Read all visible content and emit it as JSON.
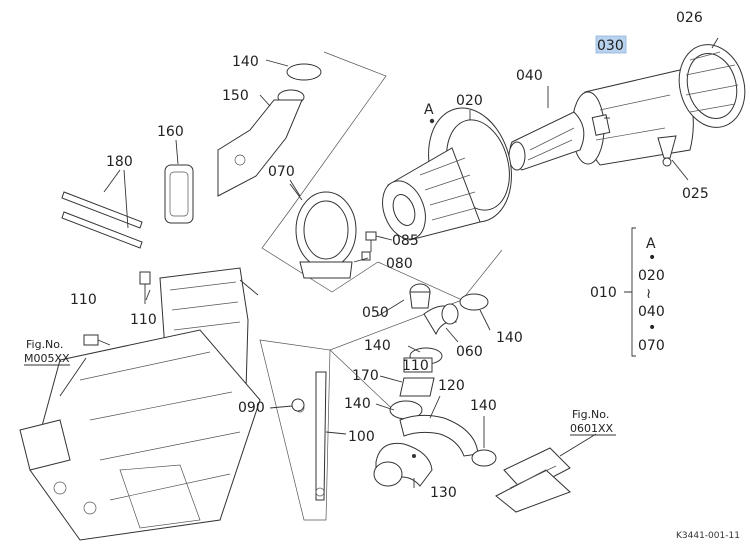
{
  "callouts": {
    "c026": "026",
    "c030": "030",
    "c040": "040",
    "c020": "020",
    "cA": "A",
    "c025": "025",
    "c140_top": "140",
    "c150": "150",
    "c160": "160",
    "c180": "180",
    "c070": "070",
    "c085": "085",
    "c080": "080",
    "c110_left": "110",
    "c110_mid": "110",
    "c110_pipe": "110",
    "c050": "050",
    "c140_mid": "140",
    "c060": "060",
    "c140_pipe": "140",
    "c170": "170",
    "c120": "120",
    "c140_low": "140",
    "c140_right": "140",
    "c090": "090",
    "c100": "100",
    "c130": "130",
    "c010": "010"
  },
  "bracket": {
    "a": "A",
    "dot1": "•",
    "v020": "020",
    "tilde": "≀",
    "v040": "040",
    "dot2": "•",
    "v070": "070"
  },
  "refs": {
    "left_label": "Fig.No.",
    "left_code": "M005XX",
    "right_label": "Fig.No.",
    "right_code": "0601XX"
  },
  "footer": {
    "code": "K3441-001-11"
  },
  "colors": {
    "highlight": "#b9d3ee",
    "ink": "#333333"
  }
}
